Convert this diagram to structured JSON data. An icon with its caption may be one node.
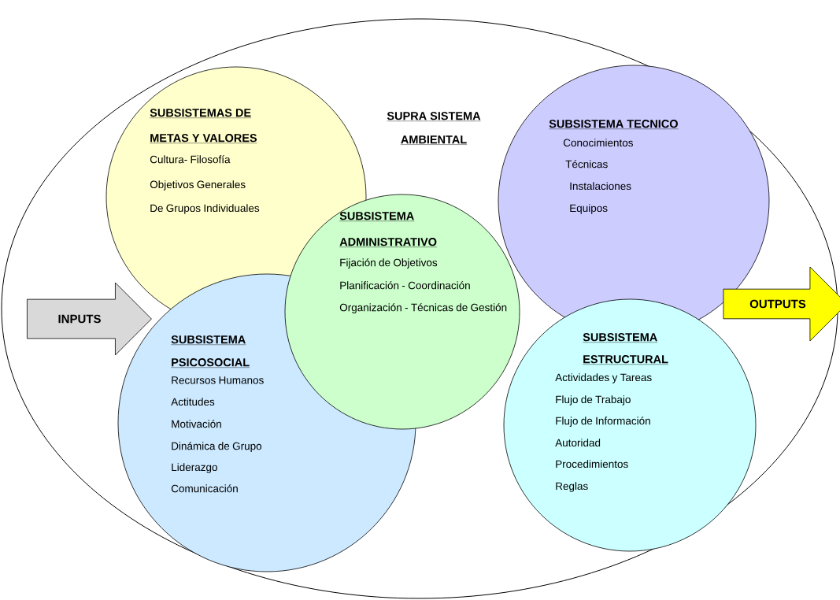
{
  "diagram": {
    "nodes": [
      {
        "text": [
          "SUPRA SISTEMA AMBIENTAL"
        ]
      },
      {
        "text": [
          "SUBSISTEMAS DE METAS Y VALORES",
          "Cultura- Filosofía",
          "Objetivos Generales",
          "De Grupos Individuales"
        ],
        "in": 0
      },
      {
        "text": [
          "SUBSISTEMA TECNICO",
          "Conocimientos",
          "Técnicas",
          "Instalaciones",
          "Equipos"
        ],
        "in": 0
      },
      {
        "text": [
          "SUBSISTEMA ADMINISTRATIVO",
          "Fijación de Objetivos",
          "Planificación - Coordinación",
          "Organización - Técnicas de Gestión"
        ],
        "in": 0
      },
      {
        "text": [
          "INPUTS"
        ],
        "in": 0
      },
      {
        "text": [
          "OUTPUTS"
        ]
      },
      {
        "text": [
          "SUBSISTEMA PSICOSOCIAL",
          "Recursos Humanos",
          "Actitudes",
          "Motivación",
          "Dinámica de Grupo",
          "Liderazgo",
          "Comunicación"
        ],
        "in": 0
      },
      {
        "text": [
          "SUBSISTEMA ESTRUCTURAL",
          "Actividades y Tareas",
          "Flujo de Trabajo",
          "Flujo de Información",
          "Autoridad",
          "Procedimientos",
          "Reglas"
        ],
        "in": 0
      }
    ]
  }
}
